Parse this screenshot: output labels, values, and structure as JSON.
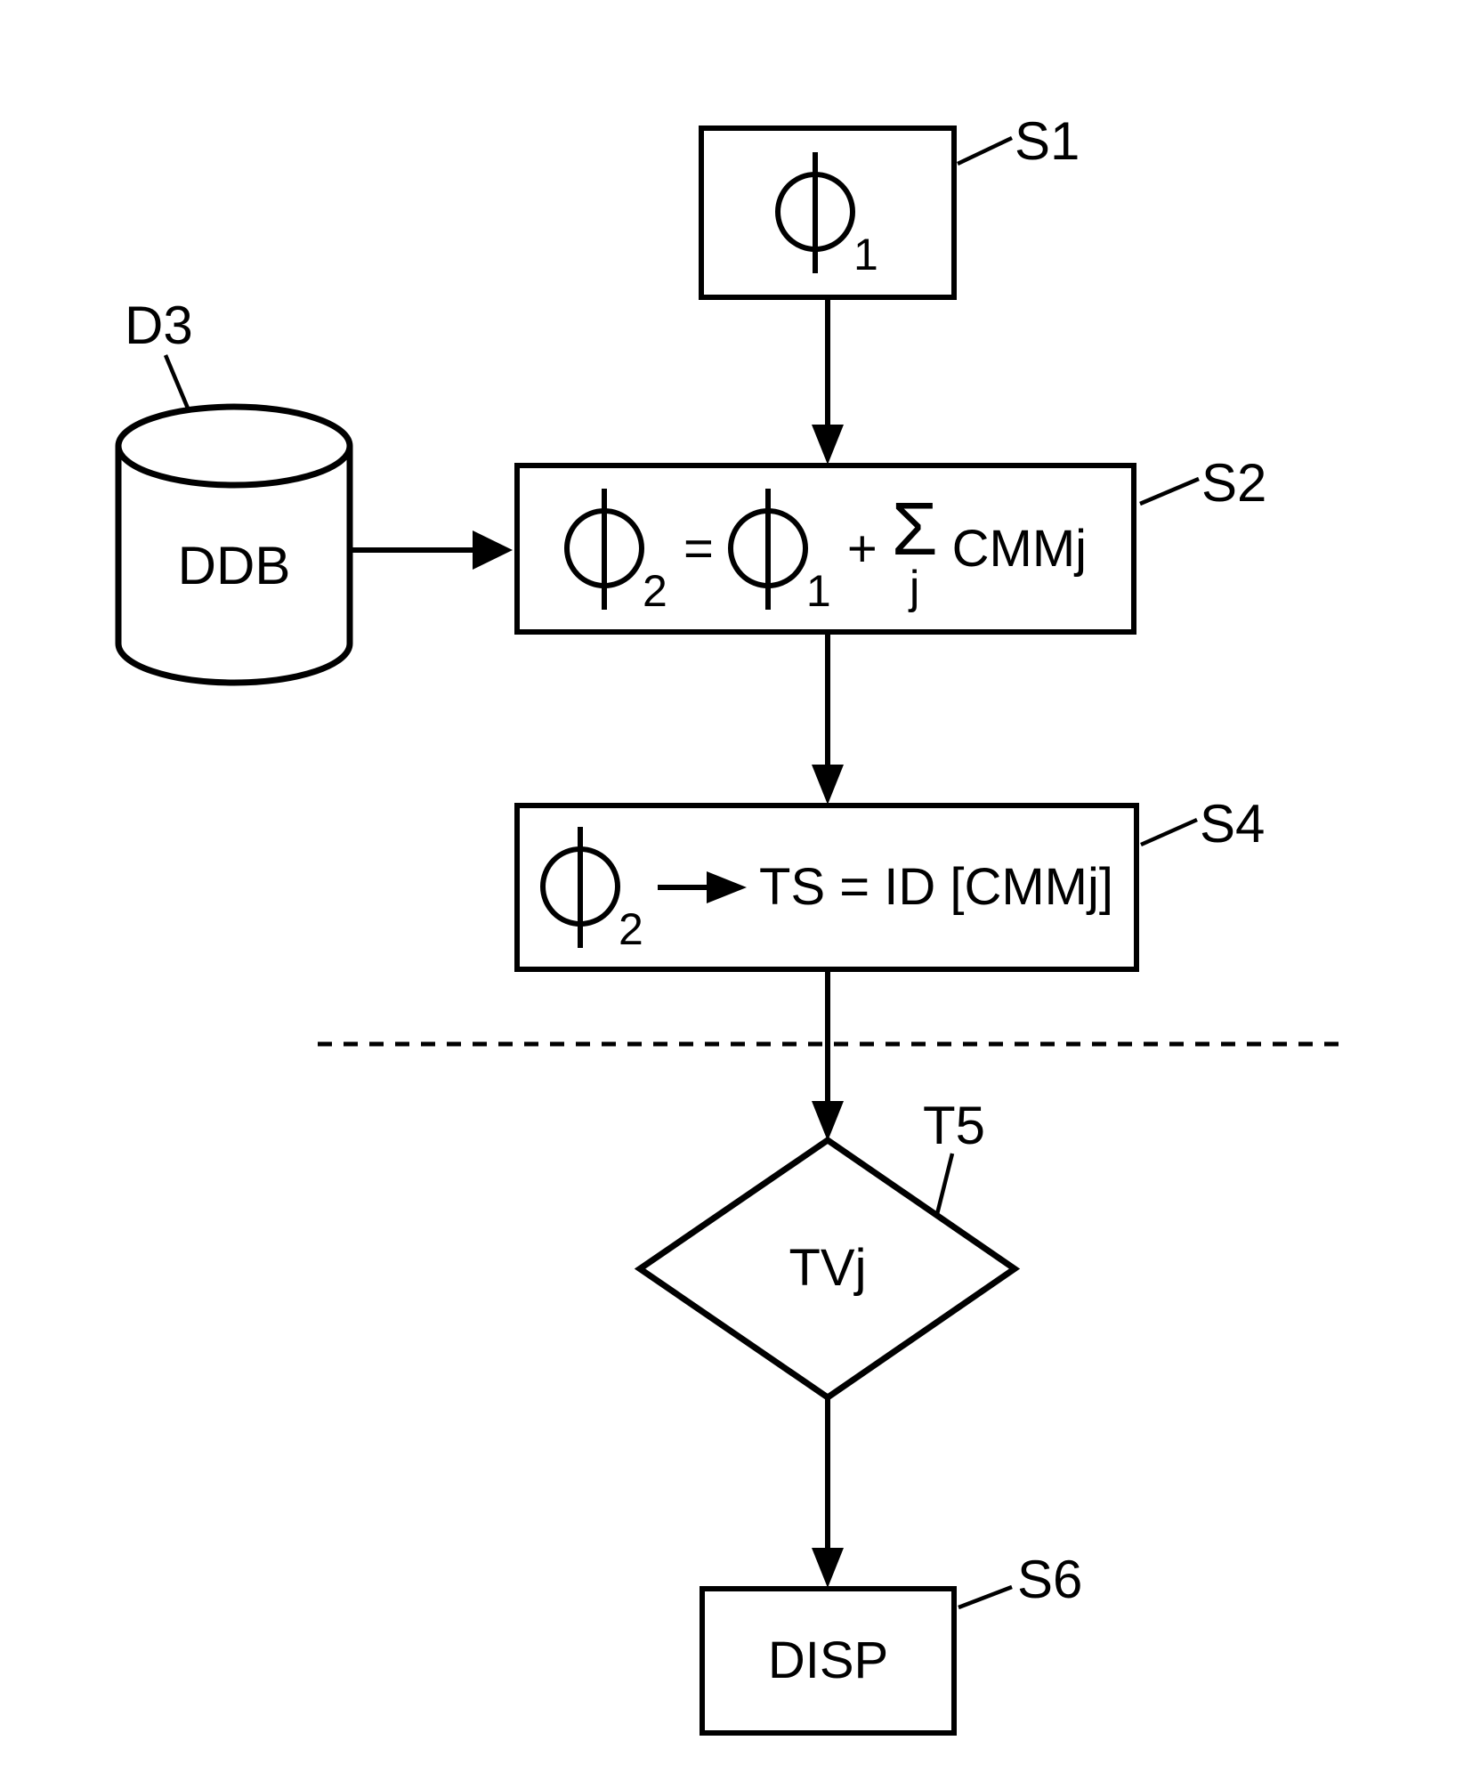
{
  "colors": {
    "ink": "#000000",
    "paper": "#ffffff"
  },
  "figure": {
    "step_s1": {
      "ref_label": "S1",
      "phi_subscript": "1"
    },
    "database": {
      "ref_label": "D3",
      "name": "DDB"
    },
    "step_s2": {
      "ref_label": "S2",
      "formula": {
        "lhs_phi_subscript": "2",
        "equals_sign": "=",
        "rhs_phi_subscript": "1",
        "plus_sign": "+",
        "sigma_sign": "Σ",
        "sigma_index": "j",
        "summand": "CMMj"
      }
    },
    "step_s4": {
      "ref_label": "S4",
      "phi_subscript": "2",
      "expression": "TS = ID [CMMj]"
    },
    "test_t5": {
      "ref_label": "T5",
      "condition": "TVj"
    },
    "step_s6": {
      "ref_label": "S6",
      "action": "DISP"
    }
  }
}
